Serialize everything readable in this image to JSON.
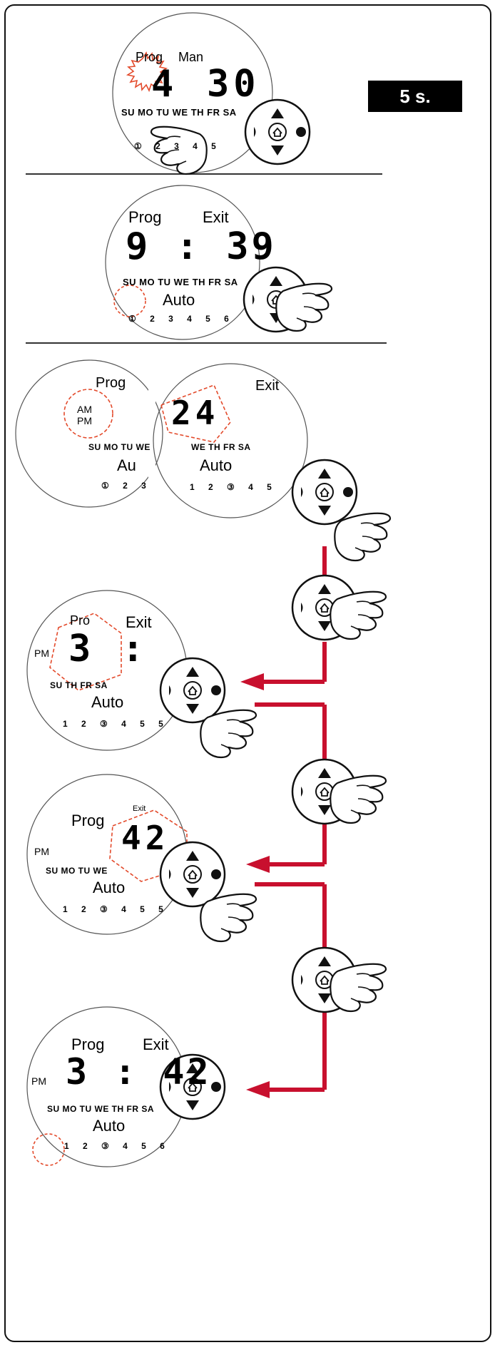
{
  "colors": {
    "arrow": "#c8102e",
    "burst": "#e34a2b",
    "ink": "#111111"
  },
  "steps": [
    {
      "prog": "Prog",
      "man": "Man",
      "hour": "4",
      "minute": "30",
      "days": "SU MO TU WE TH FR SA",
      "nums": "① 2 3 4 5",
      "badge": "5 s."
    },
    {
      "prog": "Prog",
      "exit": "Exit",
      "time": "9 : 39",
      "days": "SU MO TU WE TH FR SA",
      "mode": "Auto",
      "nums": "① 2 3 4 5 6"
    },
    {
      "prog": "Prog",
      "am": "AM",
      "pm": "PM",
      "days": "SU MO TU WE",
      "mode": "Au",
      "nums": "① 2 3"
    },
    {
      "exit": "Exit",
      "value": "24",
      "days": "WE TH FR SA",
      "mode": "Auto",
      "nums": "1 2 ③ 4 5"
    },
    {
      "prog": "Pro",
      "exit": "Exit",
      "pm": "PM",
      "value": "3 :",
      "days": "SU TH FR SA",
      "mode": "Auto",
      "nums": "1 2 ③ 4 5 5"
    },
    {
      "prog": "Prog",
      "exit": "Exit",
      "pm": "PM",
      "value": "42",
      "days": "SU MO TU WE",
      "mode": "Auto",
      "nums": "1 2 ③ 4 5 5"
    },
    {
      "prog": "Prog",
      "exit": "Exit",
      "pm": "PM",
      "time": "3 : 42",
      "days": "SU MO TU WE TH FR SA",
      "mode": "Auto",
      "nums": "1 2 ③ 4 5 6"
    }
  ],
  "icons": [
    "clock-icon",
    "info-icon",
    "vacation-icon",
    "globe-icon",
    "home-button-icon",
    "up-arrow-icon",
    "down-arrow-icon",
    "hand-pointer-icon"
  ]
}
